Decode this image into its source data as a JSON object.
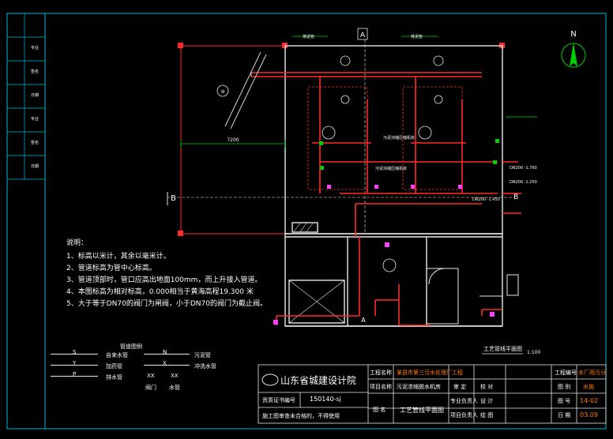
{
  "title_block": {
    "institute": "山东省城建设计院",
    "cert_label": "资质证书编号",
    "cert_no": "150140-sj",
    "stamp_note": "施工图审查未合格的，不得使用",
    "project_label": "工程名称",
    "project_name": "某县市第三污水处理厂工程",
    "item_label": "项目名称",
    "item_name": "污泥浓缩脱水机房",
    "drawing_label": "图 名",
    "drawing_name": "工艺管线平面图",
    "role_approve": "审 定",
    "role_check": "校 对",
    "role_review": "专业负责人",
    "role_design": "设 计",
    "role_project": "项目负责人",
    "role_draw": "绘 图",
    "right_labels": [
      "工程编号",
      "图 别",
      "图 号",
      "日 期"
    ],
    "right_values": [
      "水厂雨污分",
      "水施",
      "14-02",
      "03.09"
    ]
  },
  "plan": {
    "axis_a": "A",
    "axis_b": "B",
    "north": "N",
    "caption": "工艺管线平面图",
    "caption_scale": "1:100",
    "dim_main": "7200",
    "labels": [
      "污泥浓缩压缩机房",
      "污泥浓缩压缩机房",
      "排泥管",
      "排泥管",
      "DN200 -1.760",
      "DN200 -1.450",
      "DN200 -1.250"
    ]
  },
  "notes": {
    "heading": "说明：",
    "items": [
      "1、标高以米计，其余以毫米计。",
      "2、管道标高为管中心标高。",
      "3、管道顶部时，管口应高出地面100mm，而上升接入管道。",
      "4、本图标高为相对标高，0.000相当于黄海高程19.300 米",
      "5、大于等于DN70的阀门为闸阀，小于DN70的阀门为截止阀。"
    ]
  },
  "legend": {
    "title": "管道图例",
    "items": [
      {
        "code": "S",
        "label": "自来水管"
      },
      {
        "code": "Y",
        "label": "加药管"
      },
      {
        "code": "P",
        "label": "排水管"
      },
      {
        "code": "N",
        "label": "污泥管"
      },
      {
        "code": "X",
        "label": "冲洗水管"
      },
      {
        "code": "XX",
        "label": "阀门"
      },
      {
        "code": "XX",
        "label": "水管"
      }
    ]
  },
  "left_strip": [
    "专业",
    "签名",
    "日期",
    "专业",
    "签名",
    "日期"
  ],
  "colors": {
    "pipe_red": "#ff2a2a",
    "wall_white": "#e8e8e8",
    "dim_cyan": "#00c8ff",
    "green_mark": "#00d000",
    "magenta_mark": "#ff40ff",
    "orange_text": "#ff7a00",
    "frame_cyan": "#00bcd4"
  }
}
